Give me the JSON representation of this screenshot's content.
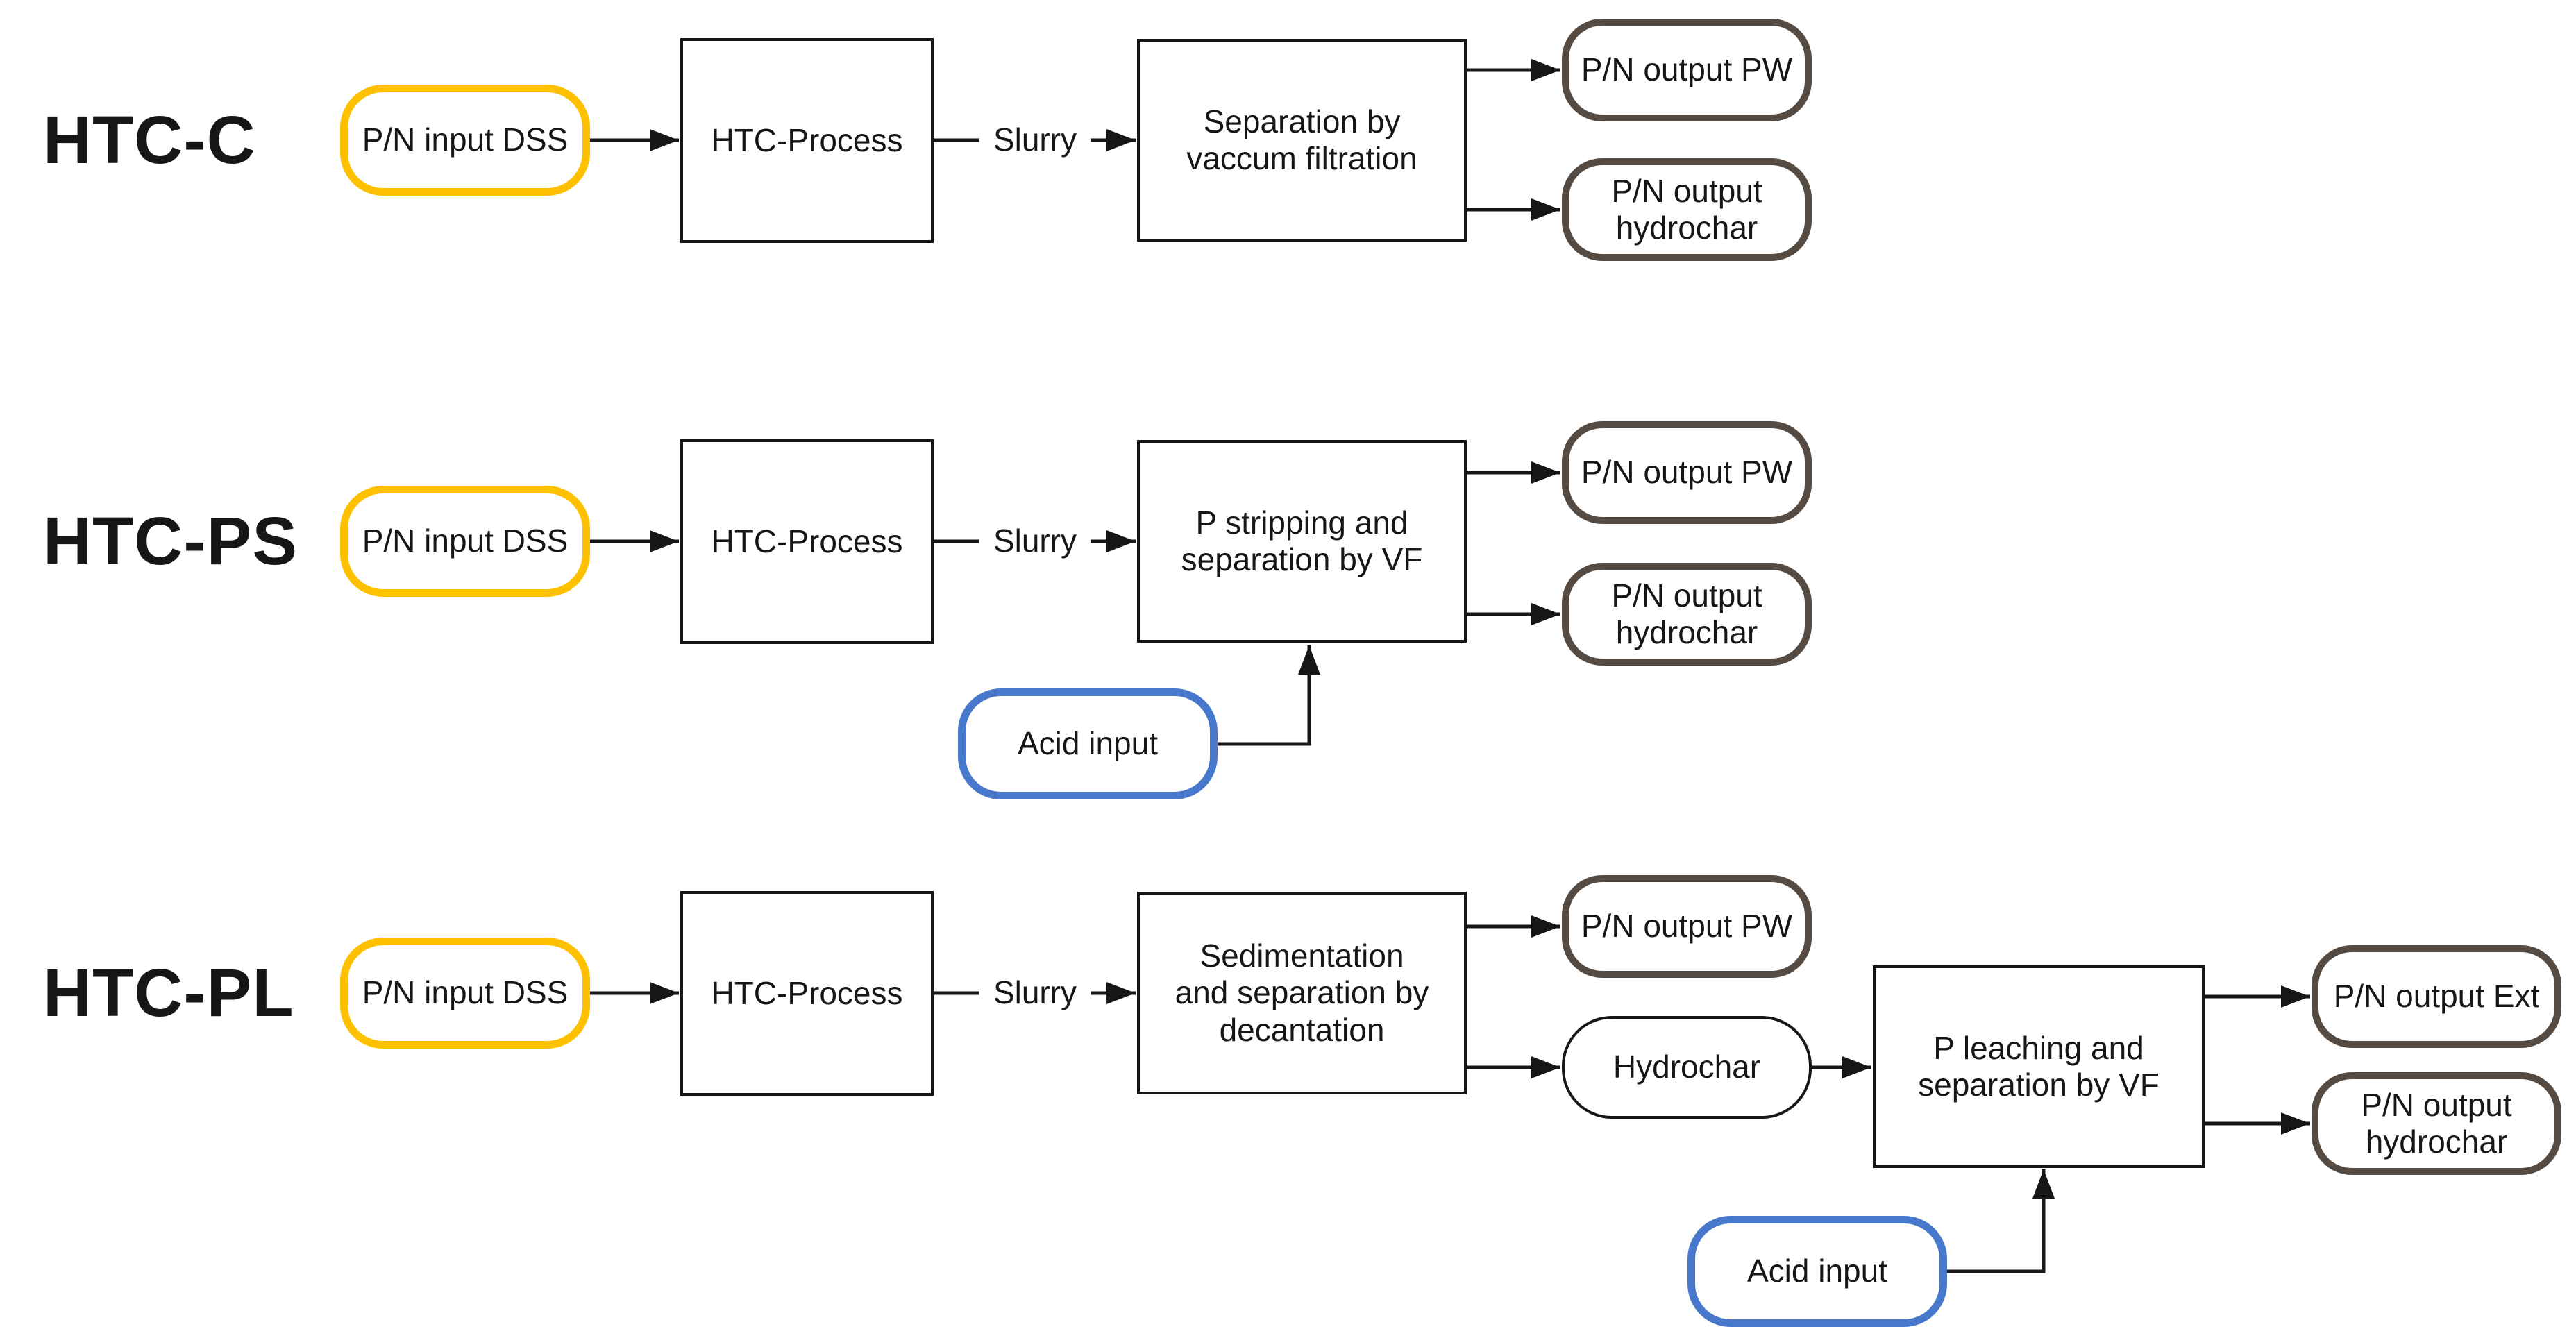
{
  "colors": {
    "input-accent": "#FFC000",
    "acid-accent": "#4878CC",
    "output-accent": "#554B42",
    "line-color": "#161616"
  },
  "diagram": {
    "rows": [
      {
        "label": "HTC-C",
        "input": "P/N input DSS",
        "process": "HTC-Process",
        "stream": "Slurry",
        "separation": "Separation by\nvaccum filtration",
        "outputs": [
          "P/N output PW",
          "P/N output\nhydrochar"
        ]
      },
      {
        "label": "HTC-PS",
        "input": "P/N input DSS",
        "process": "HTC-Process",
        "stream": "Slurry",
        "separation": "P stripping and\nseparation by VF",
        "outputs": [
          "P/N output PW",
          "P/N output\nhydrochar"
        ],
        "acid": "Acid input"
      },
      {
        "label": "HTC-PL",
        "input": "P/N input DSS",
        "process": "HTC-Process",
        "stream": "Slurry",
        "separation": "Sedimentation\nand separation by\ndecantation",
        "outputs": [
          "P/N output PW",
          "Hydrochar"
        ],
        "second_stage": "P leaching and\nseparation by VF",
        "second_outputs": [
          "P/N output Ext",
          "P/N output\nhydrochar"
        ],
        "acid": "Acid input"
      }
    ]
  }
}
